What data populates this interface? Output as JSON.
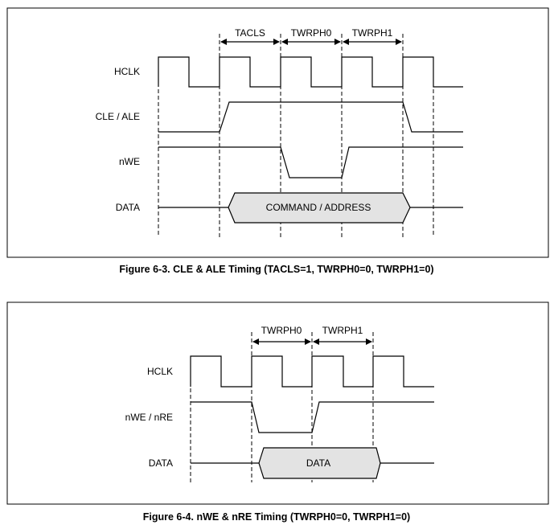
{
  "figures": [
    {
      "caption": "Figure 6-3. CLE & ALE Timing (TACLS=1, TWRPH0=0, TWRPH1=0)",
      "intervals": [
        "TACLS",
        "TWRPH0",
        "TWRPH1"
      ],
      "signals": [
        "HCLK",
        "CLE / ALE",
        "nWE",
        "DATA"
      ],
      "bus_label": "COMMAND / ADDRESS"
    },
    {
      "caption": "Figure 6-4. nWE & nRE Timing (TWRPH0=0, TWRPH1=0)",
      "intervals": [
        "TWRPH0",
        "TWRPH1"
      ],
      "signals": [
        "HCLK",
        "nWE / nRE",
        "DATA"
      ],
      "bus_label": "DATA"
    }
  ]
}
